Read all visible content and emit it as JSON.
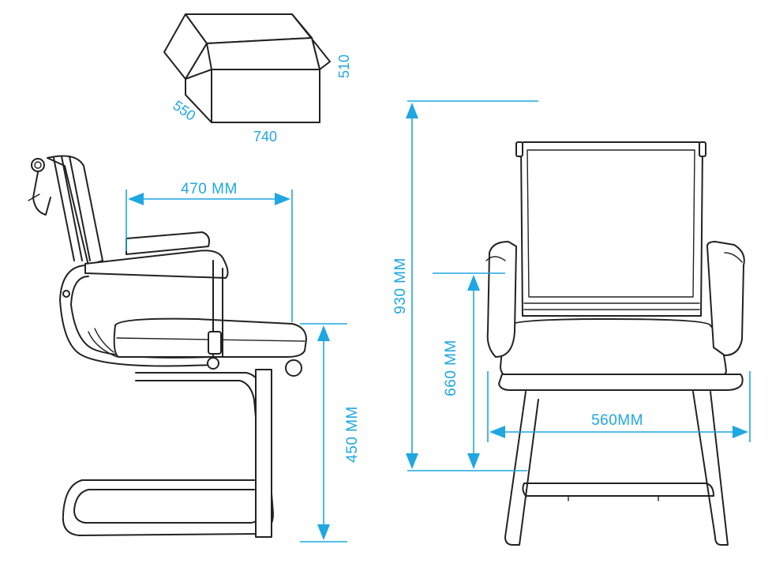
{
  "box": {
    "width_label": "740",
    "depth_label": "550",
    "height_label": "510"
  },
  "side_view": {
    "arm_depth_label": "470 MM",
    "seat_height_label": "450 MM"
  },
  "front_view": {
    "total_height_label": "930 MM",
    "arm_height_label": "660 MM",
    "width_label": "560MM"
  },
  "colors": {
    "dimension": "#1ea7e1",
    "outline": "#222222"
  }
}
